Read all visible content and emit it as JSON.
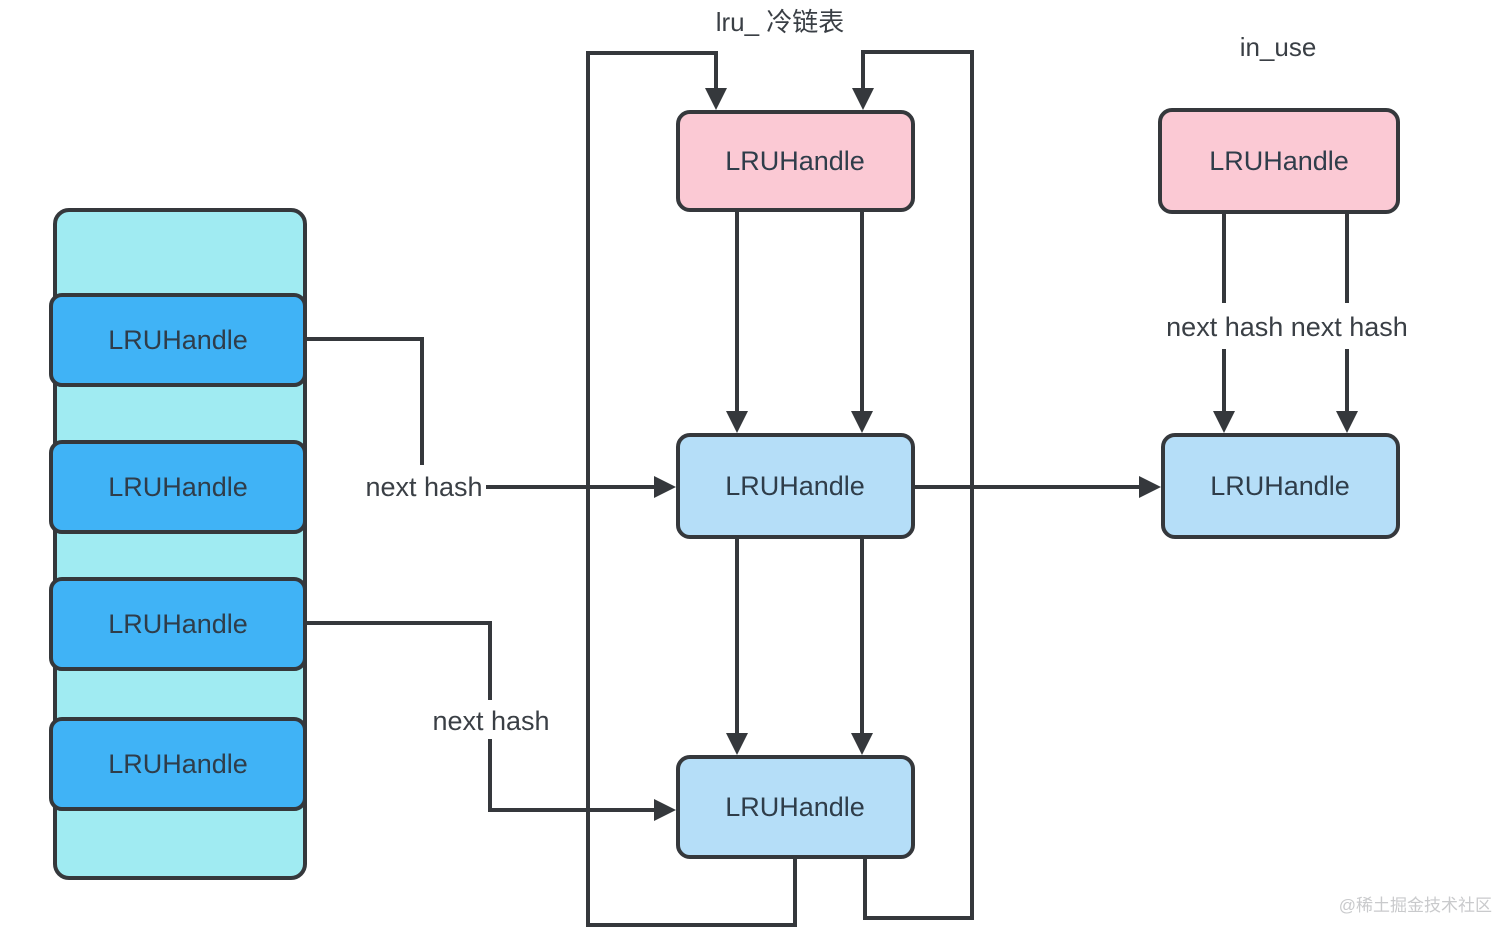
{
  "left_list": {
    "items": [
      "LRUHandle",
      "LRUHandle",
      "LRUHandle",
      "LRUHandle"
    ]
  },
  "cold_list": {
    "title": "lru_ 冷链表",
    "nodes": [
      "LRUHandle",
      "LRUHandle",
      "LRUHandle"
    ]
  },
  "in_use_list": {
    "title": "in_use",
    "nodes": [
      "LRUHandle",
      "LRUHandle"
    ]
  },
  "labels": {
    "next_hash_top": "next hash",
    "next_hash_bottom": "next hash",
    "next_hash_pair": "next hash next hash"
  },
  "watermark": "@稀土掘金技术社区",
  "colors": {
    "node_pink": "#fbc9d4",
    "node_dark_blue": "#40b3f6",
    "node_light_blue": "#b5def8",
    "column_cyan": "#a0ebf2",
    "line": "#35383c",
    "watermark_gray": "#c9cacc"
  }
}
